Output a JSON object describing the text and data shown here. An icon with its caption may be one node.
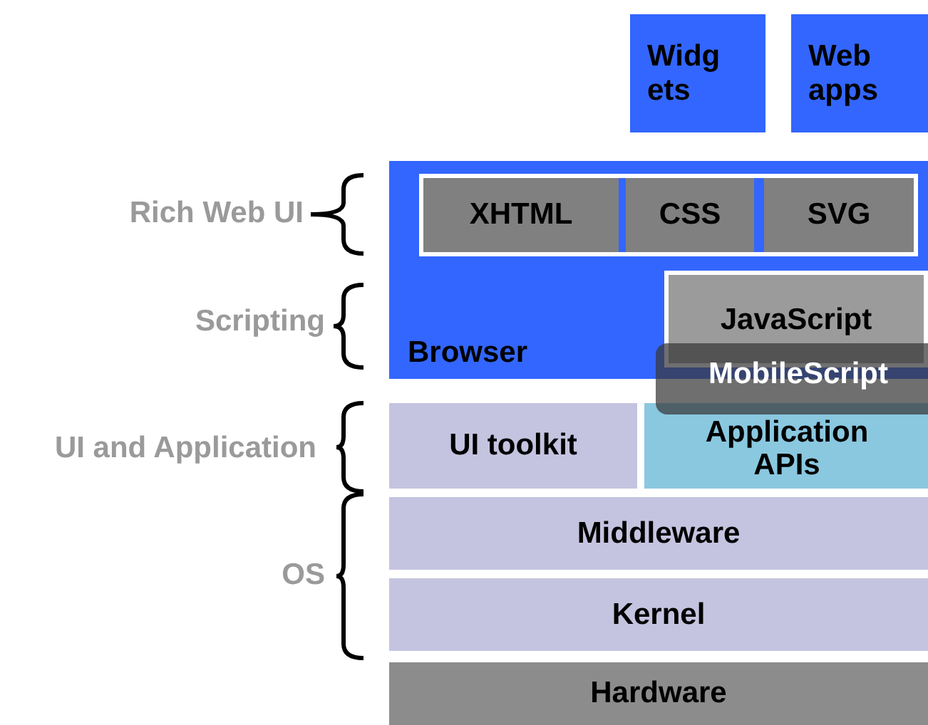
{
  "diagram": {
    "nodes": [
      {
        "text": [
          "Widg ets"
        ]
      },
      {
        "text": [
          "Web apps"
        ]
      },
      {
        "text": [
          "Browser"
        ]
      },
      {
        "text": [],
        "shape": "box",
        "in": 2
      },
      {
        "text": [
          "XHTML"
        ],
        "in": 3
      },
      {
        "text": [
          "CSS"
        ],
        "in": 3
      },
      {
        "text": [
          "SVG"
        ],
        "in": 3
      },
      {
        "text": [
          "JavaScript"
        ],
        "in": 2
      },
      {
        "text": [
          "MobileScript"
        ]
      },
      {
        "text": [
          "UI toolkit"
        ]
      },
      {
        "text": [
          "Application APIs"
        ]
      },
      {
        "text": [
          "Middleware"
        ]
      },
      {
        "text": [
          "Kernel"
        ]
      },
      {
        "text": [
          "Hardware"
        ]
      }
    ],
    "labels": [
      "Rich Web UI",
      "Scripting",
      "UI and Application",
      "OS"
    ]
  }
}
